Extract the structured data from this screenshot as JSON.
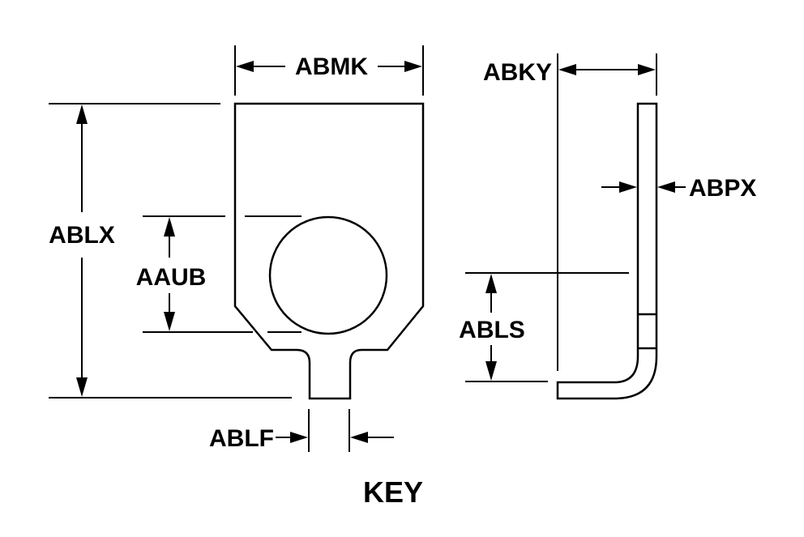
{
  "diagram": {
    "caption": "KEY",
    "dimensions": {
      "abmk": "ABMK",
      "abky": "ABKY",
      "ablx": "ABLX",
      "aaub": "AAUB",
      "abpx": "ABPX",
      "abls": "ABLS",
      "ablf": "ABLF"
    },
    "colors": {
      "line": "#000000",
      "background": "#ffffff"
    }
  }
}
